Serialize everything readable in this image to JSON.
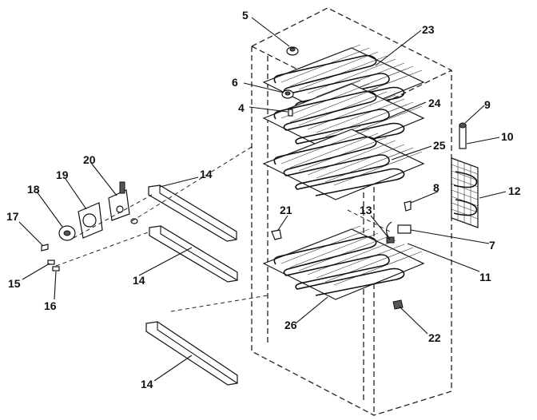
{
  "diagram": {
    "callouts": [
      {
        "id": "c5",
        "text": "5"
      },
      {
        "id": "c23",
        "text": "23"
      },
      {
        "id": "c6",
        "text": "6"
      },
      {
        "id": "c4",
        "text": "4"
      },
      {
        "id": "c24",
        "text": "24"
      },
      {
        "id": "c9",
        "text": "9"
      },
      {
        "id": "c10",
        "text": "10"
      },
      {
        "id": "c25",
        "text": "25"
      },
      {
        "id": "c20",
        "text": "20"
      },
      {
        "id": "c14a",
        "text": "14"
      },
      {
        "id": "c19",
        "text": "19"
      },
      {
        "id": "c18",
        "text": "18"
      },
      {
        "id": "c17",
        "text": "17"
      },
      {
        "id": "c21",
        "text": "21"
      },
      {
        "id": "c8",
        "text": "8"
      },
      {
        "id": "c12",
        "text": "12"
      },
      {
        "id": "c13",
        "text": "13"
      },
      {
        "id": "c7",
        "text": "7"
      },
      {
        "id": "c15",
        "text": "15"
      },
      {
        "id": "c16",
        "text": "16"
      },
      {
        "id": "c14b",
        "text": "14"
      },
      {
        "id": "c11",
        "text": "11"
      },
      {
        "id": "c26",
        "text": "26"
      },
      {
        "id": "c22",
        "text": "22"
      },
      {
        "id": "c14c",
        "text": "14"
      }
    ]
  }
}
